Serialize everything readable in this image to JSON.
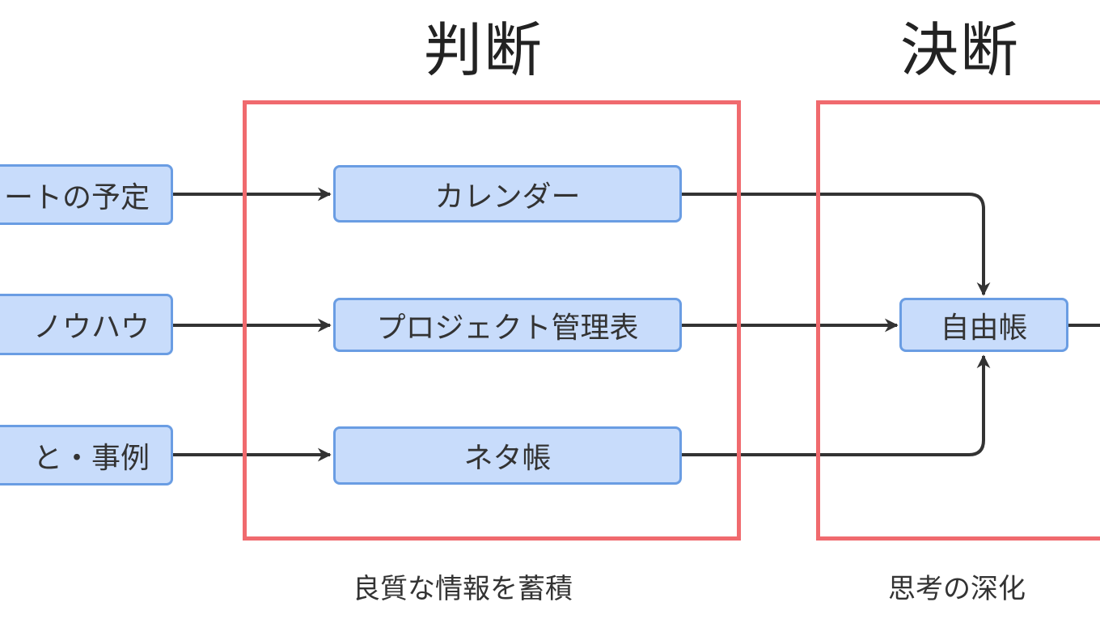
{
  "columns": {
    "judgment": {
      "title": "判断",
      "caption": "良質な情報を蓄積"
    },
    "decision": {
      "title": "決断",
      "caption": "思考の深化"
    }
  },
  "inputs": [
    {
      "label": "ートの予定"
    },
    {
      "label": "ノウハウ"
    },
    {
      "label": "と・事例"
    }
  ],
  "tools": [
    {
      "label": "カレンダー"
    },
    {
      "label": "プロジェクト管理表"
    },
    {
      "label": "ネタ帳"
    }
  ],
  "hub": {
    "label": "自由帳"
  },
  "colors": {
    "frame": "#f06a6e",
    "node_fill": "#c8dcfb",
    "node_border": "#6a9de3",
    "arrow": "#333333"
  }
}
